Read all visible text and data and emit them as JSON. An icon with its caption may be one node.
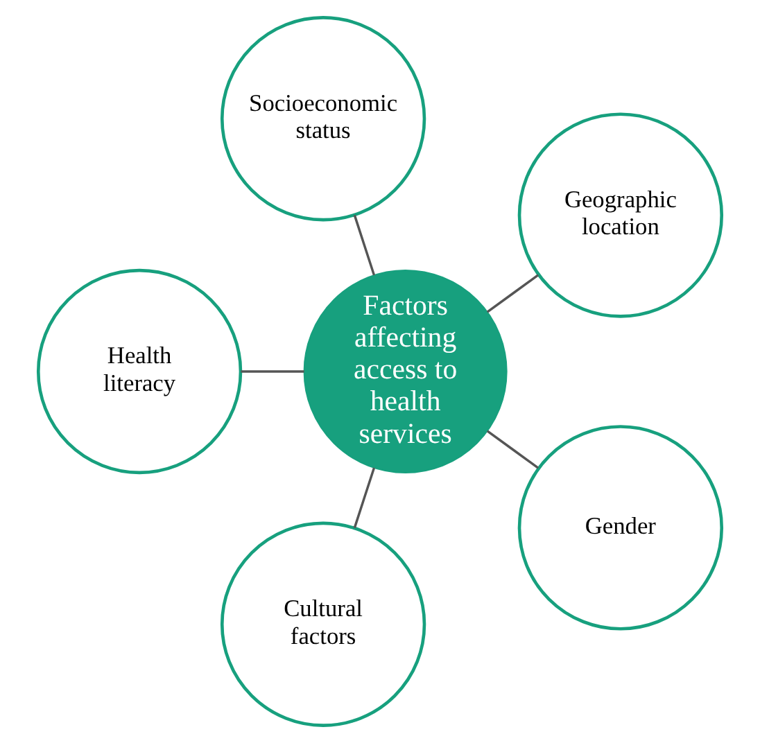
{
  "diagram": {
    "nodes": [
      {
        "text": [
          "Factors affecting access to health services"
        ]
      },
      {
        "text": [
          "Geographic location"
        ]
      },
      {
        "text": [
          "Socioeconomic status"
        ]
      },
      {
        "text": [
          "Health literacy"
        ]
      },
      {
        "text": [
          "Cultural factors"
        ]
      },
      {
        "text": [
          "Gender"
        ]
      }
    ],
    "edges": [
      {
        "from": 0,
        "to": 1,
        "arrow": "none"
      },
      {
        "from": 0,
        "to": 2,
        "arrow": "none"
      },
      {
        "from": 0,
        "to": 3,
        "arrow": "none"
      },
      {
        "from": 0,
        "to": 4,
        "arrow": "none"
      },
      {
        "from": 0,
        "to": 5,
        "arrow": "none"
      }
    ]
  }
}
